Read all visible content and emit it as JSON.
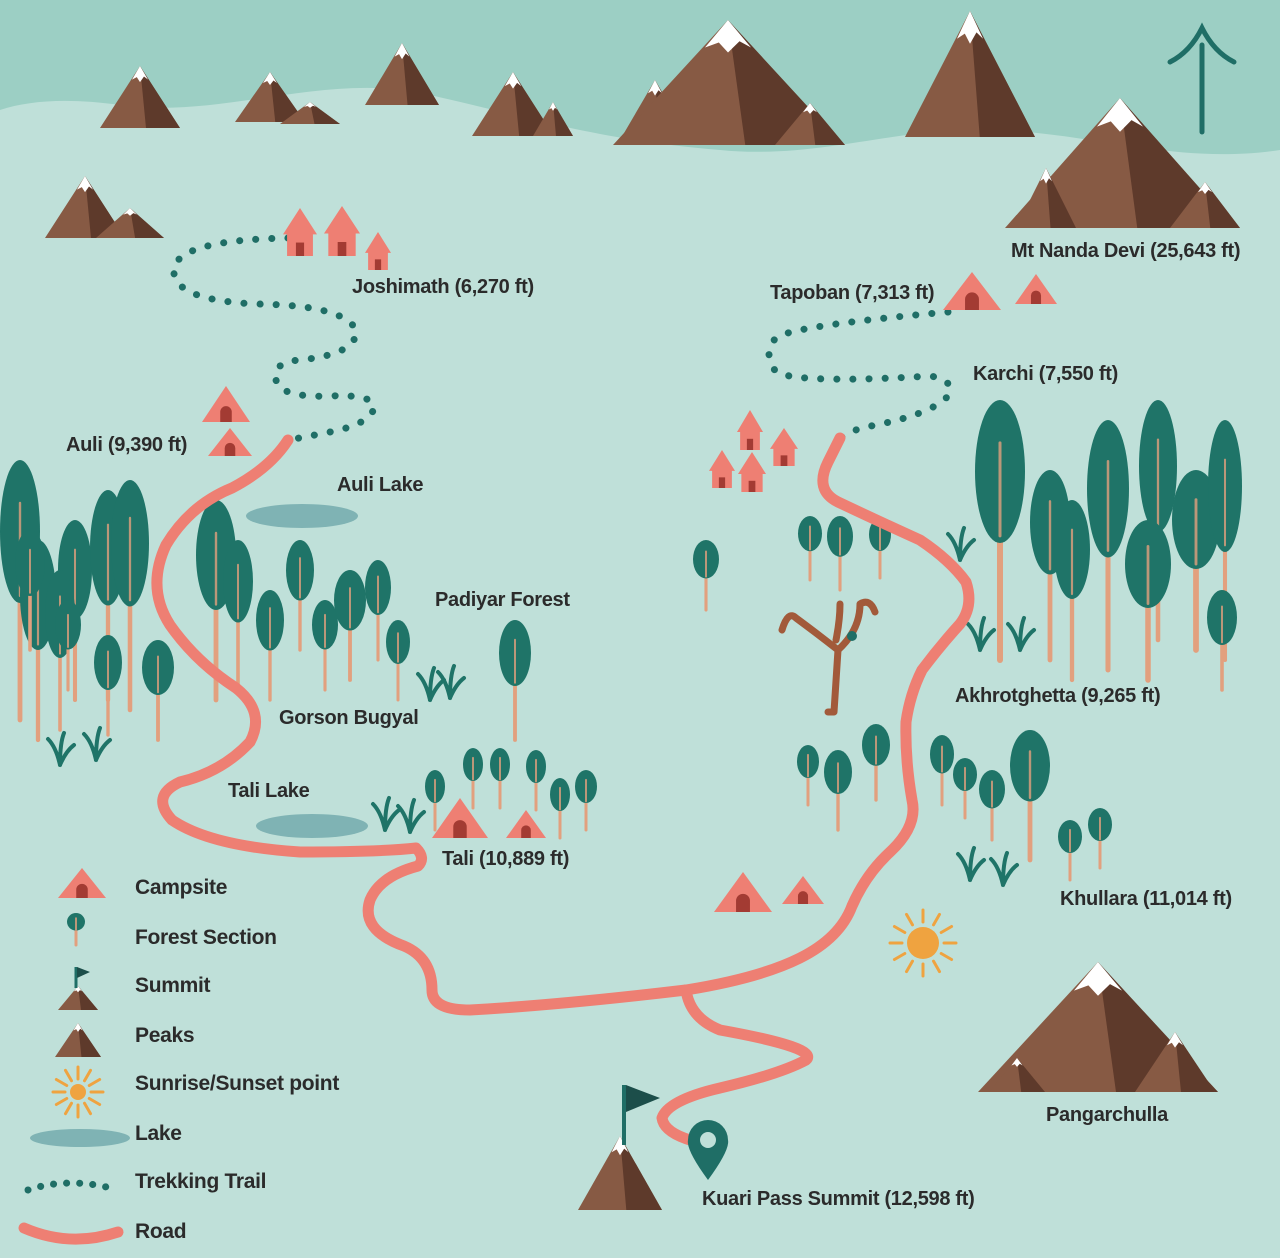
{
  "places": {
    "joshimath": "Joshimath (6,270 ft)",
    "auli": "Auli (9,390 ft)",
    "auli_lake": "Auli Lake",
    "padiyar_forest": "Padiyar Forest",
    "gorson_bugyal": "Gorson Bugyal",
    "tali_lake": "Tali Lake",
    "tali": "Tali (10,889 ft)",
    "tapoban": "Tapoban (7,313 ft)",
    "karchi": "Karchi  (7,550 ft)",
    "nanda_devi": "Mt Nanda Devi (25,643 ft)",
    "akhrotghetta": "Akhrotghetta (9,265 ft)",
    "khullara": "Khullara (11,014 ft)",
    "pangarchulla": "Pangarchulla",
    "kuari_pass": "Kuari Pass Summit (12,598 ft)"
  },
  "legend": {
    "items": [
      {
        "label": "Campsite",
        "icon": "campsite-icon"
      },
      {
        "label": "Forest Section",
        "icon": "tree-icon"
      },
      {
        "label": "Summit",
        "icon": "summit-icon"
      },
      {
        "label": "Peaks",
        "icon": "peak-icon"
      },
      {
        "label": "Sunrise/Sunset point",
        "icon": "sun-icon"
      },
      {
        "label": "Lake",
        "icon": "lake-icon"
      },
      {
        "label": "Trekking Trail",
        "icon": "trekking-trail-icon"
      },
      {
        "label": "Road",
        "icon": "road-icon"
      }
    ]
  },
  "colors": {
    "background": "#bfe0d9",
    "sky_band": "#9ccfc4",
    "road": "#ee7f73",
    "trail": "#1f6e66",
    "tree": "#1f7468",
    "trunk": "#e2a07e",
    "mountain_dark": "#5e3a2b",
    "mountain_light": "#875a44",
    "snow": "#ffffff",
    "camp": "#ee7f73",
    "camp_door": "#a33b33",
    "lake": "#7fb3b4",
    "sun": "#efa340",
    "label": "#2b2b2b"
  }
}
